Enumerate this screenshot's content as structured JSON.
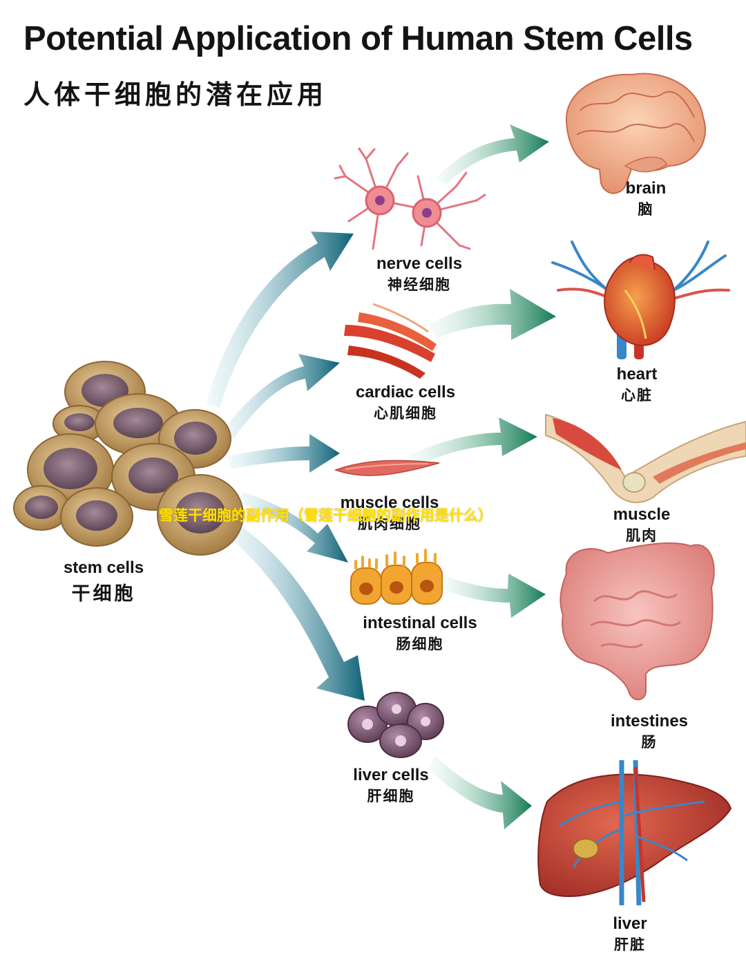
{
  "title_en": "Potential Application of Human Stem Cells",
  "title_zh": "人体干细胞的潜在应用",
  "overlay_caption": "雪莲干细胞的副作用（雪莲干细胞的副作用是什么）",
  "source": {
    "en": "stem cells",
    "zh": "干细胞"
  },
  "cells": [
    {
      "en": "nerve cells",
      "zh": "神经细胞"
    },
    {
      "en": "cardiac cells",
      "zh": "心肌细胞"
    },
    {
      "en": "muscle cells",
      "zh": "肌肉细胞"
    },
    {
      "en": "intestinal cells",
      "zh": "肠细胞"
    },
    {
      "en": "liver cells",
      "zh": "肝细胞"
    }
  ],
  "organs": [
    {
      "en": "brain",
      "zh": "脑"
    },
    {
      "en": "heart",
      "zh": "心脏"
    },
    {
      "en": "muscle",
      "zh": "肌肉"
    },
    {
      "en": "intestines",
      "zh": "肠"
    },
    {
      "en": "liver",
      "zh": "肝脏"
    }
  ],
  "colors": {
    "arrow_teal": "#0f6a80",
    "arrow_green": "#15805a",
    "overlay": "#ffe200"
  }
}
